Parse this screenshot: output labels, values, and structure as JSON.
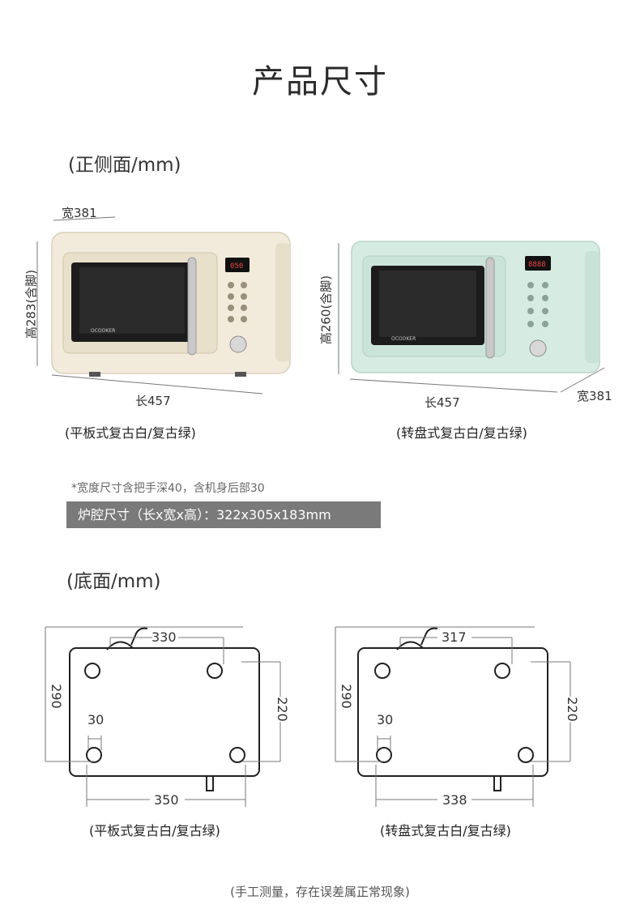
{
  "page": {
    "title": "产品尺寸",
    "front_section": "(正侧面/mm)",
    "bottom_section": "(底面/mm)",
    "footer": "(手工测量，存在误差属正常现象)"
  },
  "front": {
    "left": {
      "width": "宽381",
      "height": "高283(含脚)",
      "length": "长457",
      "caption": "(平板式复古白/复古绿)",
      "brand": "OCOOKER",
      "display": "050",
      "body_color": "#f2ebdb"
    },
    "right": {
      "width": "宽381",
      "height": "高260(含脚)",
      "length": "长457",
      "caption": "(转盘式复古白/复古绿)",
      "brand": "OCOOKER",
      "display": "8888",
      "body_color": "#d6ece3"
    }
  },
  "note": "*宽度尺寸含把手深40，含机身后部30",
  "cavity": "炉腔尺寸（长x宽x高）：322x305x183mm",
  "bottom": {
    "left": {
      "top": "330",
      "left": "290",
      "right": "220",
      "foot": "30",
      "bottom": "350",
      "caption": "(平板式复古白/复古绿)"
    },
    "right": {
      "top": "317",
      "left": "290",
      "right": "220",
      "foot": "30",
      "bottom": "338",
      "caption": "(转盘式复古白/复古绿)"
    }
  }
}
